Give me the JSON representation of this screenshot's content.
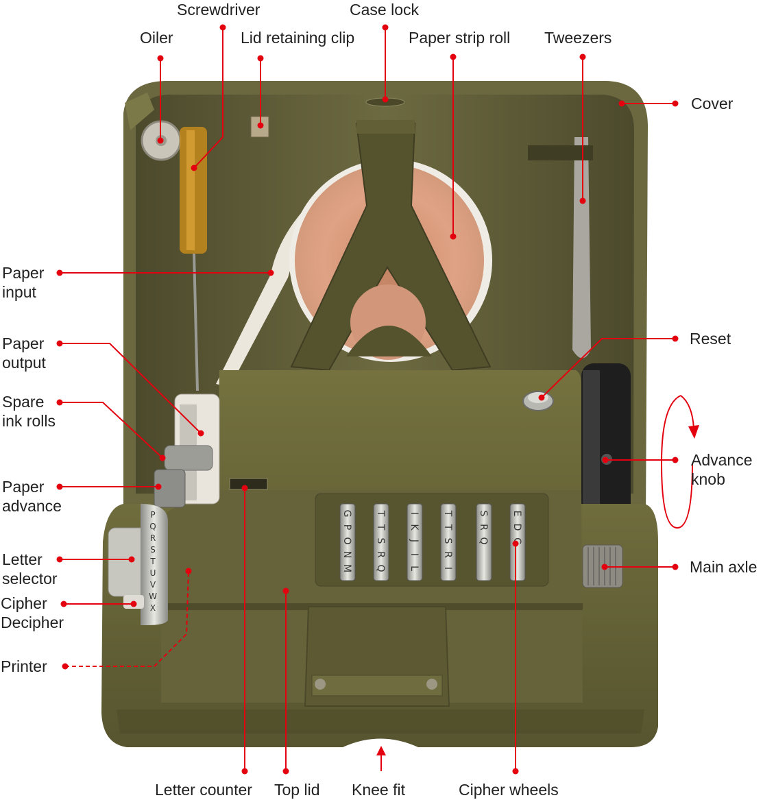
{
  "accent_color": "#e3000f",
  "device": {
    "wheel_letters": [
      [
        "G",
        "P",
        "O",
        "N",
        "M"
      ],
      [
        "T",
        "T",
        "S",
        "R",
        "Q"
      ],
      [
        "I",
        "K",
        "J",
        "I",
        "L"
      ],
      [
        "T",
        "T",
        "S",
        "R",
        "I"
      ],
      [
        "S",
        "R",
        "Q",
        "",
        ""
      ],
      [
        "E",
        "D",
        "C",
        "",
        ""
      ]
    ],
    "selector_letters": [
      "P",
      "Q",
      "R",
      "S",
      "T",
      "U",
      "V",
      "W",
      "X"
    ]
  },
  "labels": {
    "screwdriver": "Screwdriver",
    "case_lock": "Case lock",
    "oiler": "Oiler",
    "lid_retaining_clip": "Lid retaining clip",
    "paper_strip_roll": "Paper strip roll",
    "tweezers": "Tweezers",
    "cover": "Cover",
    "paper_input_1": "Paper",
    "paper_input_2": "input",
    "paper_output_1": "Paper",
    "paper_output_2": "output",
    "spare_ink_rolls_1": "Spare",
    "spare_ink_rolls_2": "ink rolls",
    "paper_advance_1": "Paper",
    "paper_advance_2": "advance",
    "letter_selector_1": "Letter",
    "letter_selector_2": "selector",
    "cipher_decipher_1": "Cipher",
    "cipher_decipher_2": "Decipher",
    "printer": "Printer",
    "reset": "Reset",
    "advance_knob_1": "Advance",
    "advance_knob_2": "knob",
    "main_axle": "Main axle",
    "letter_counter": "Letter counter",
    "top_lid": "Top lid",
    "knee_fit": "Knee fit",
    "cipher_wheels": "Cipher wheels"
  }
}
